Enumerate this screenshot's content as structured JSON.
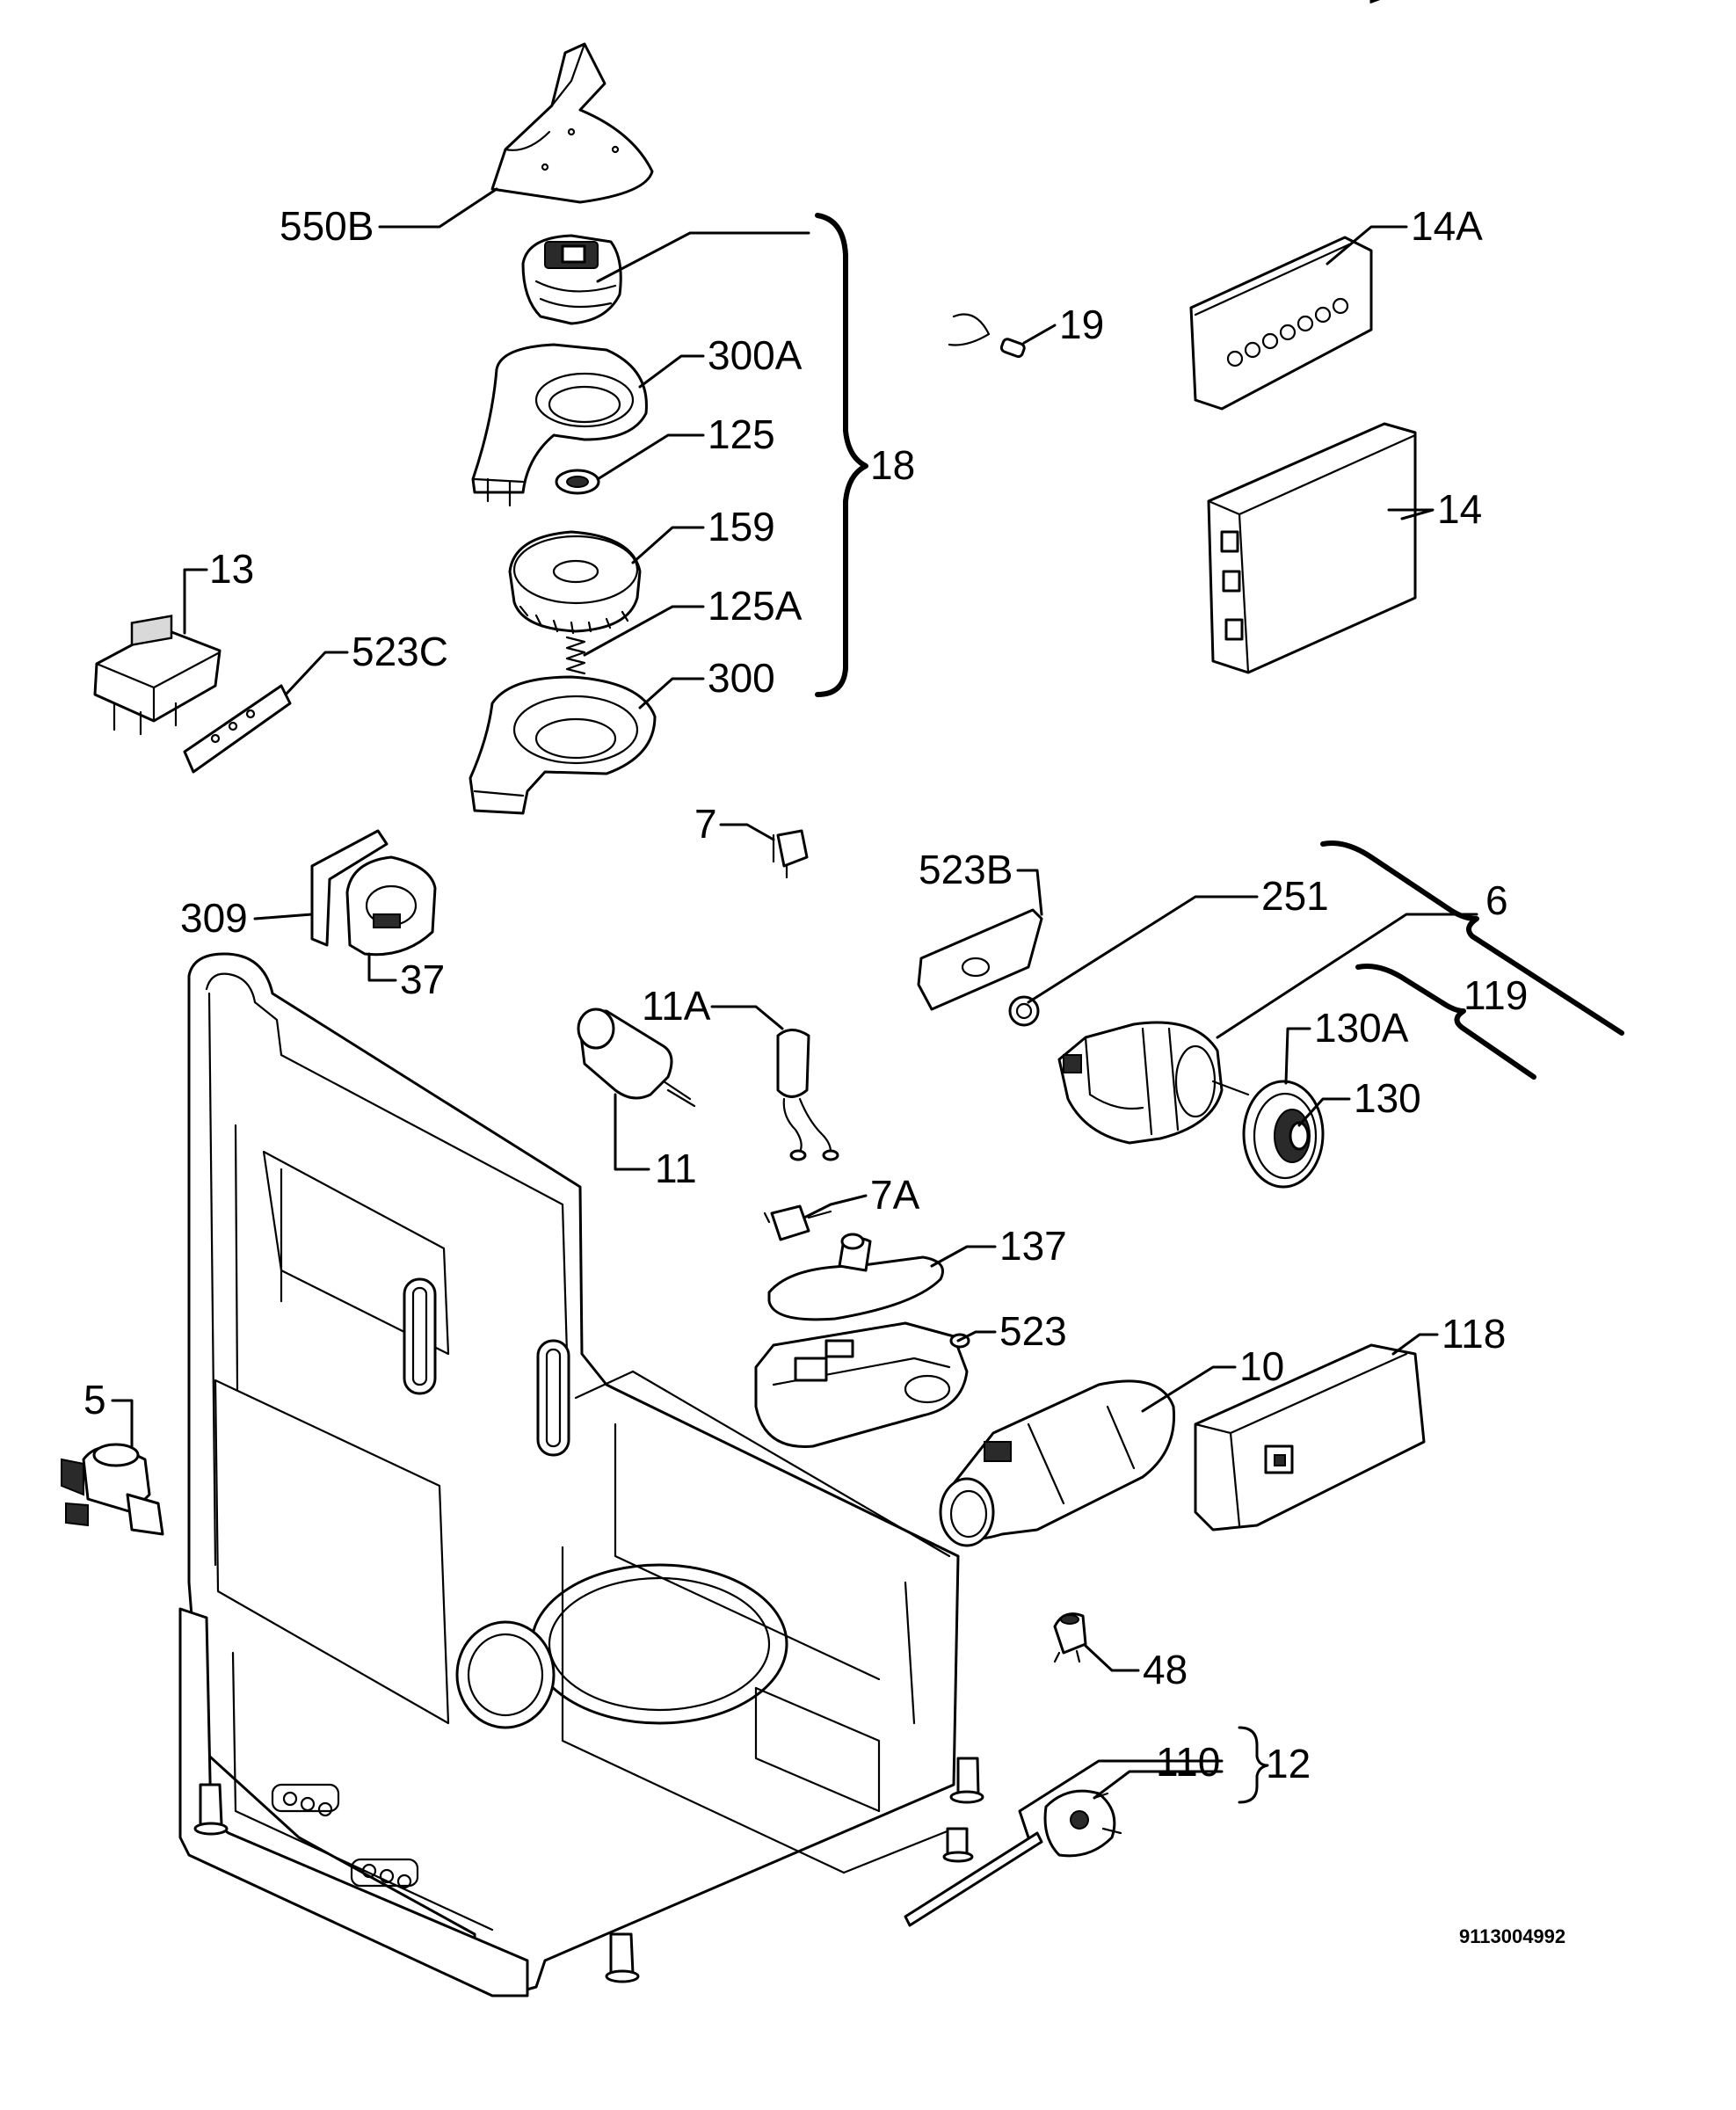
{
  "callouts": {
    "c550b": "550B",
    "c14a": "14A",
    "c19": "19",
    "c300a": "300A",
    "c125": "125",
    "c18": "18",
    "c14": "14",
    "c159": "159",
    "c13": "13",
    "c125a": "125A",
    "c523c": "523C",
    "c300": "300",
    "c7": "7",
    "c523b": "523B",
    "c309": "309",
    "c251": "251",
    "c6": "6",
    "c37": "37",
    "c11a": "11A",
    "c119": "119",
    "c130a": "130A",
    "c130": "130",
    "c11": "11",
    "c7a": "7A",
    "c137": "137",
    "c523": "523",
    "c118": "118",
    "c10": "10",
    "c5": "5",
    "c48": "48",
    "c110": "110",
    "c12": "12"
  },
  "drawing_code": "9113004992"
}
